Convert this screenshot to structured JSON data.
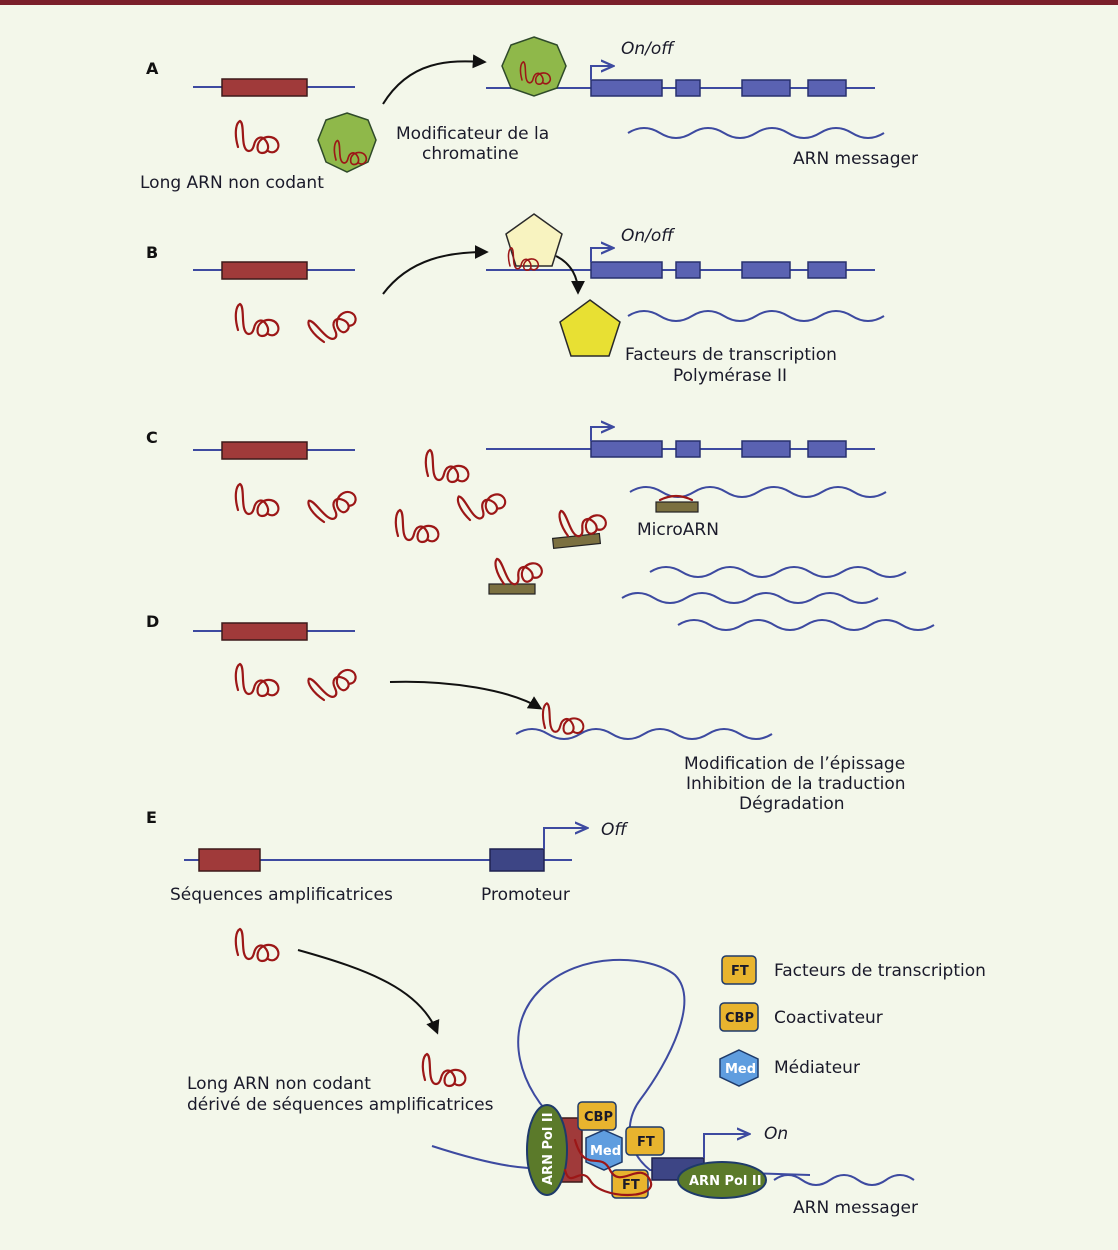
{
  "panels": {
    "a": "A",
    "b": "B",
    "c": "C",
    "d": "D",
    "e": "E"
  },
  "labels": {
    "a_lnc": "Long ARN non codant",
    "a_mod1": "Modificateur de la",
    "a_mod2": "chromatine",
    "a_onoff": "On/off",
    "a_mrna": "ARN messager",
    "b_onoff": "On/off",
    "b_tf1": "Facteurs de transcription",
    "b_tf2": "Polymérase II",
    "c_mirna": "MicroARN",
    "d_1": "Modification de l’épissage",
    "d_2": "Inhibition de la traduction",
    "d_3": "Dégradation",
    "e_off": "Off",
    "e_enh": "Séquences amplificatrices",
    "e_prom": "Promoteur",
    "e_lnc1": "Long ARN non codant",
    "e_lnc2": "dérivé de séquences amplificatrices",
    "e_on": "On",
    "e_mrna": "ARN messager"
  },
  "legend": [
    {
      "symbol": "FT",
      "label": "Facteurs de transcription"
    },
    {
      "symbol": "CBP",
      "label": "Coactivateur"
    },
    {
      "symbol": "Med",
      "label": "Médiateur"
    }
  ],
  "complex": {
    "cbp": "CBP",
    "med": "Med",
    "ft1": "FT",
    "ft2": "FT",
    "pol1": "ARN Pol II",
    "pol2": "ARN Pol II"
  },
  "colors": {
    "lncRNA": "#9c1717",
    "dna": "#3d4aa0",
    "chromatin_modifier": "#8fb84a",
    "tf_pale": "#f8f3c0",
    "tf": "#e8e033",
    "mirna": "#7b7040",
    "ft_box": "#e8b42e",
    "mediator": "#5f9ddf",
    "pol2": "#5b7a2a"
  }
}
